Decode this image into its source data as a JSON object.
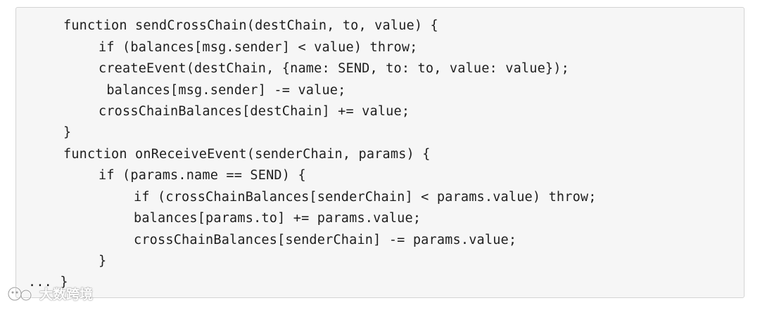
{
  "code": {
    "lines": [
      "function sendCrossChain(destChain, to, value) {",
      "if (balances[msg.sender] < value) throw;",
      "createEvent(destChain, {name: SEND, to: to, value: value});",
      " balances[msg.sender] -= value;",
      "crossChainBalances[destChain] += value;",
      "}",
      "function onReceiveEvent(senderChain, params) {",
      "if (params.name == SEND) {",
      "if (crossChainBalances[senderChain] < params.value) throw;",
      "balances[params.to] += params.value;",
      "crossChainBalances[senderChain] -= params.value;",
      "}",
      "... }"
    ]
  },
  "watermark": {
    "text": "大数跨境",
    "icon": "wechat-official-account-icon"
  }
}
